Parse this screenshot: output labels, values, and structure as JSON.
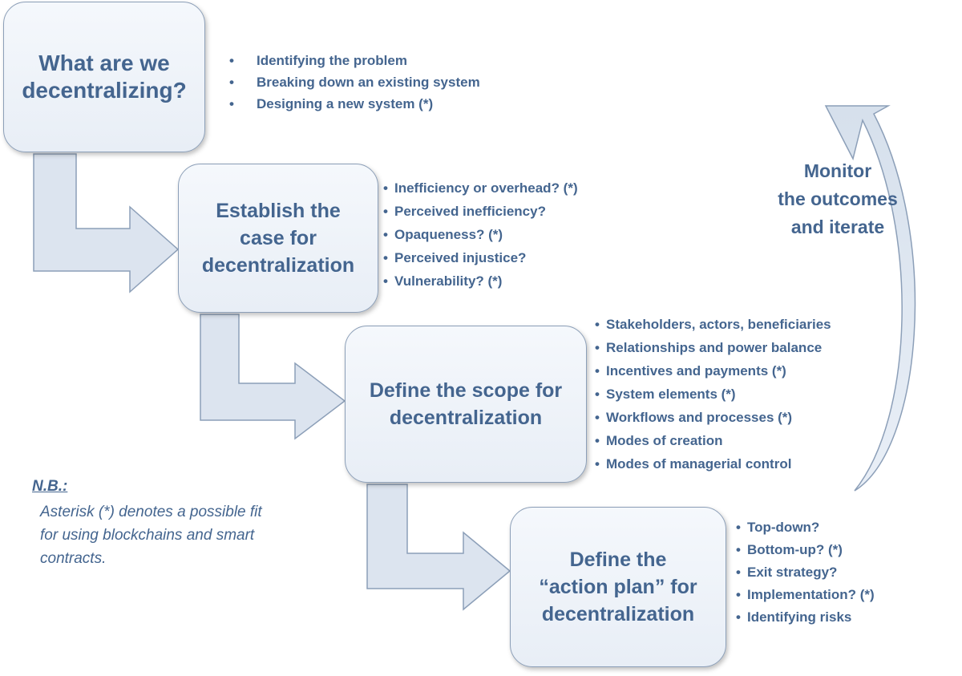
{
  "steps": [
    {
      "label": "What are we\ndecentralizing?",
      "bullets": [
        "Identifying the problem",
        "Breaking down an existing system",
        "Designing a new system (*)"
      ]
    },
    {
      "label": "Establish the\ncase for\ndecentralization",
      "bullets": [
        "Inefficiency or overhead? (*)",
        "Perceived inefficiency?",
        "Opaqueness? (*)",
        "Perceived injustice?",
        "Vulnerability? (*)"
      ]
    },
    {
      "label": "Define the scope for\ndecentralization",
      "bullets": [
        "Stakeholders, actors, beneficiaries",
        "Relationships and power balance",
        "Incentives and payments (*)",
        "System elements (*)",
        "Workflows and processes (*)",
        "Modes of creation",
        "Modes of managerial control"
      ]
    },
    {
      "label": "Define the\n“action plan” for\ndecentralization",
      "bullets": [
        "Top-down?",
        "Bottom-up? (*)",
        "Exit strategy?",
        "Implementation? (*)",
        "Identifying risks"
      ]
    }
  ],
  "monitor": {
    "label": "Monitor\nthe outcomes\nand iterate"
  },
  "note": {
    "title": "N.B.:",
    "text": "Asterisk (*) denotes a possible fit\nfor using blockchains and smart\ncontracts."
  },
  "colors": {
    "text": "#44658f",
    "box_fill": "#eef3f9",
    "box_border": "#8c9fb8",
    "arrow_fill": "#dce4ef",
    "arrow_stroke": "#8c9fb8"
  }
}
